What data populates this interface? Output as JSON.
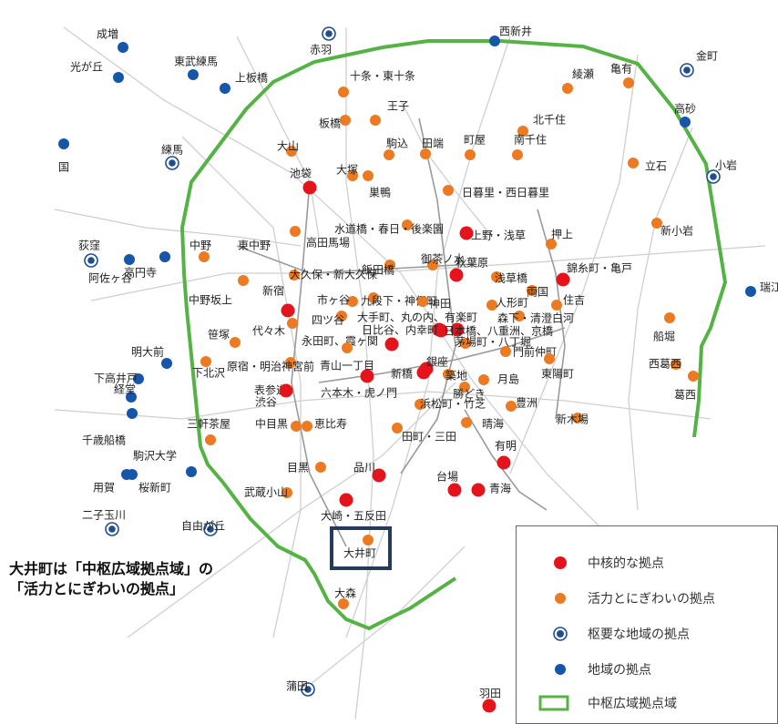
{
  "colors": {
    "core": "#e5141c",
    "vitality": "#ec7a23",
    "major": "#1d4f8f",
    "local": "#1656a8",
    "ring": "#55b345"
  },
  "legend": {
    "core": "中核的な拠点",
    "vitality": "活力とにぎわいの拠点",
    "major": "枢要な地域の拠点",
    "local": "地域の拠点",
    "ring": "中枢広域拠点域"
  },
  "callout": {
    "line1": "大井町は「中枢広域拠点域」の",
    "line2": "「活力とにぎわいの拠点」"
  },
  "stations": [
    {
      "label": "成増",
      "kind": "local"
    },
    {
      "label": "東武練馬",
      "kind": "local"
    },
    {
      "label": "上板橋",
      "kind": "local"
    },
    {
      "label": "光が丘",
      "kind": "local"
    },
    {
      "label": "赤羽",
      "kind": "major"
    },
    {
      "label": "西新井",
      "kind": "local"
    },
    {
      "label": "金町",
      "kind": "major"
    },
    {
      "label": "亀有",
      "kind": "vitality"
    },
    {
      "label": "綾瀬",
      "kind": "vitality"
    },
    {
      "label": "十条・東十条",
      "kind": "vitality"
    },
    {
      "label": "王子",
      "kind": "vitality"
    },
    {
      "label": "板橋",
      "kind": "vitality"
    },
    {
      "label": "北千住",
      "kind": "vitality"
    },
    {
      "label": "高砂",
      "kind": "local"
    },
    {
      "label": "練馬",
      "kind": "major"
    },
    {
      "label": "大山",
      "kind": "vitality"
    },
    {
      "label": "駒込",
      "kind": "vitality"
    },
    {
      "label": "田端",
      "kind": "vitality"
    },
    {
      "label": "町屋",
      "kind": "vitality"
    },
    {
      "label": "南千住",
      "kind": "vitality"
    },
    {
      "label": "小岩",
      "kind": "major"
    },
    {
      "label": "立石",
      "kind": "vitality"
    },
    {
      "label": "大塚",
      "kind": "vitality"
    },
    {
      "label": "池袋",
      "kind": "core"
    },
    {
      "label": "巣鴨",
      "kind": "vitality"
    },
    {
      "label": "日暮里・西日暮里",
      "kind": "vitality"
    },
    {
      "label": "国",
      "kind": "local"
    },
    {
      "label": "水道橋・春日・後楽園",
      "kind": "vitality"
    },
    {
      "label": "高田馬場",
      "kind": "vitality"
    },
    {
      "label": "上野・浅草",
      "kind": "core"
    },
    {
      "label": "押上",
      "kind": "vitality"
    },
    {
      "label": "新小岩",
      "kind": "vitality"
    },
    {
      "label": "荻窪",
      "kind": "major"
    },
    {
      "label": "中野",
      "kind": "vitality"
    },
    {
      "label": "東中野",
      "kind": "vitality"
    },
    {
      "label": "飯田橋",
      "kind": "vitality"
    },
    {
      "label": "御茶ノ水",
      "kind": "vitality"
    },
    {
      "label": "秋葉原",
      "kind": "core"
    },
    {
      "label": "錦糸町・亀戸",
      "kind": "core"
    },
    {
      "label": "阿佐ヶ谷",
      "kind": "local"
    },
    {
      "label": "高円寺",
      "kind": "local"
    },
    {
      "label": "大久保・新大久保",
      "kind": "vitality"
    },
    {
      "label": "浅草橋",
      "kind": "vitality"
    },
    {
      "label": "瑞江",
      "kind": "local"
    },
    {
      "label": "中野坂上",
      "kind": "vitality"
    },
    {
      "label": "新宿",
      "kind": "core"
    },
    {
      "label": "市ヶ谷",
      "kind": "vitality"
    },
    {
      "label": "九段下・神保町",
      "kind": "vitality"
    },
    {
      "label": "神田",
      "kind": "vitality"
    },
    {
      "label": "人形町",
      "kind": "vitality"
    },
    {
      "label": "両国",
      "kind": "vitality"
    },
    {
      "label": "住吉",
      "kind": "vitality"
    },
    {
      "label": "代々木",
      "kind": "vitality"
    },
    {
      "label": "四ツ谷",
      "kind": "vitality"
    },
    {
      "label": "大手町、丸の内、有楽町",
      "kind": "core"
    },
    {
      "label": "森下・清澄白河",
      "kind": "vitality"
    },
    {
      "label": "日比谷、内幸町",
      "kind": "core"
    },
    {
      "label": "日本橋、八重洲、京橋",
      "kind": "core"
    },
    {
      "label": "茅場町・八丁堀",
      "kind": "vitality"
    },
    {
      "label": "船堀",
      "kind": "vitality"
    },
    {
      "label": "笹塚",
      "kind": "vitality"
    },
    {
      "label": "永田町、霞ヶ関",
      "kind": "core"
    },
    {
      "label": "門前仲町",
      "kind": "vitality"
    },
    {
      "label": "明大前",
      "kind": "local"
    },
    {
      "label": "原宿・明治神宮前",
      "kind": "vitality"
    },
    {
      "label": "青山一丁目",
      "kind": "vitality"
    },
    {
      "label": "銀座",
      "kind": "core"
    },
    {
      "label": "下高井戸",
      "kind": "local"
    },
    {
      "label": "下北沢",
      "kind": "vitality"
    },
    {
      "label": "新橋",
      "kind": "core"
    },
    {
      "label": "築地",
      "kind": "vitality"
    },
    {
      "label": "月島",
      "kind": "vitality"
    },
    {
      "label": "東陽町",
      "kind": "vitality"
    },
    {
      "label": "西葛西",
      "kind": "vitality"
    },
    {
      "label": "表参道",
      "kind": "vitality"
    },
    {
      "label": "六本木・虎ノ門",
      "kind": "core"
    },
    {
      "label": "勝どき",
      "kind": "vitality"
    },
    {
      "label": "葛西",
      "kind": "vitality"
    },
    {
      "label": "経堂",
      "kind": "local"
    },
    {
      "label": "渋谷",
      "kind": "core"
    },
    {
      "label": "浜松町・竹芝",
      "kind": "vitality"
    },
    {
      "label": "豊洲",
      "kind": "vitality"
    },
    {
      "label": "中目黒",
      "kind": "vitality"
    },
    {
      "label": "恵比寿",
      "kind": "vitality"
    },
    {
      "label": "晴海",
      "kind": "vitality"
    },
    {
      "label": "新木場",
      "kind": "vitality"
    },
    {
      "label": "三軒茶屋",
      "kind": "vitality"
    },
    {
      "label": "千歳船橋",
      "kind": "local"
    },
    {
      "label": "田町・三田",
      "kind": "vitality"
    },
    {
      "label": "有明",
      "kind": "core"
    },
    {
      "label": "駒沢大学",
      "kind": "local"
    },
    {
      "label": "目黒",
      "kind": "vitality"
    },
    {
      "label": "品川",
      "kind": "core"
    },
    {
      "label": "用賀",
      "kind": "local"
    },
    {
      "label": "桜新町",
      "kind": "local"
    },
    {
      "label": "台場",
      "kind": "core"
    },
    {
      "label": "青海",
      "kind": "core"
    },
    {
      "label": "武蔵小山",
      "kind": "vitality"
    },
    {
      "label": "大崎・五反田",
      "kind": "core"
    },
    {
      "label": "二子玉川",
      "kind": "major"
    },
    {
      "label": "自由が丘",
      "kind": "major"
    },
    {
      "label": "大井町",
      "kind": "vitality"
    },
    {
      "label": "大森",
      "kind": "vitality"
    },
    {
      "label": "蒲田",
      "kind": "major"
    },
    {
      "label": "羽田",
      "kind": "core"
    }
  ]
}
